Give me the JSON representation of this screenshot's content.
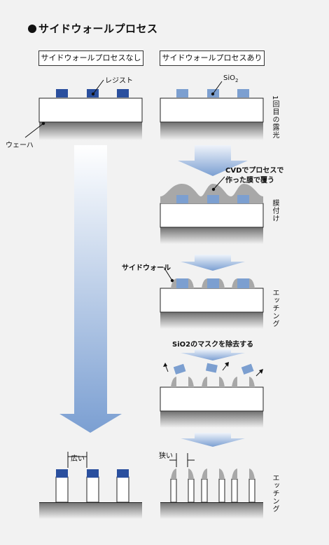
{
  "title": "サイドウォールプロセス",
  "columns": {
    "left": "サイドウォールプロセスなし",
    "right": "サイドウォールプロセスあり"
  },
  "labels": {
    "resist": "レジスト",
    "sio2": "SiO",
    "sio2_sub": "2",
    "wafer": "ウェーハ",
    "cvd_line1": "CVDでプロセスで",
    "cvd_line2": "作った膜で覆う",
    "sidewall": "サイドウォール",
    "remove_mask": "SiO2のマスクを除去する",
    "wide": "広い",
    "narrow": "狭い"
  },
  "steps": {
    "exposure": "1回目の露光",
    "film": "膜付け",
    "etch1": "エッチング",
    "etch2": "エッチング"
  },
  "colors": {
    "resist": "#2a4f9e",
    "sio2": "#7c9fd0",
    "film": "#a8a8a8",
    "arrow": "#7b9fd2"
  }
}
